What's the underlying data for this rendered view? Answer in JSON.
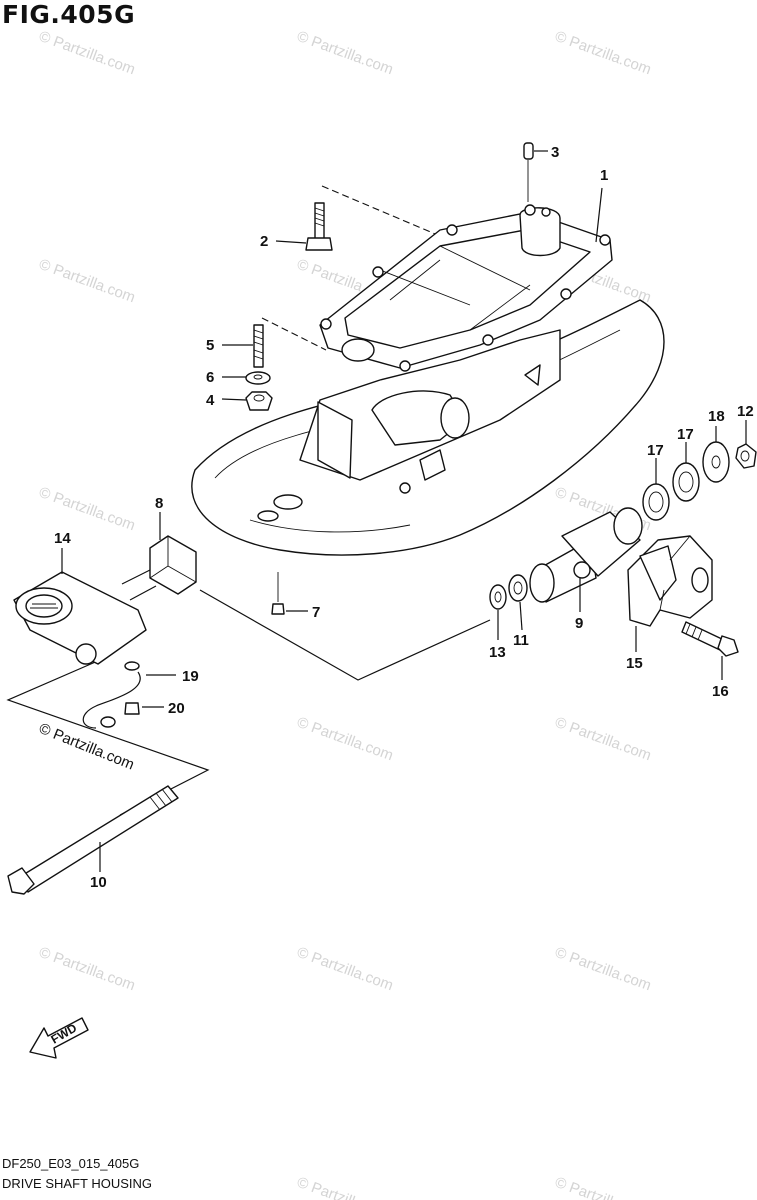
{
  "figure": {
    "title": "FIG.405G",
    "code": "DF250_E03_015_405G",
    "caption": "DRIVE SHAFT HOUSING"
  },
  "watermark": "© Partzilla.com",
  "copyright": "© Partzilla.com",
  "fwd_label": "FWD",
  "callouts": {
    "c1": "1",
    "c2": "2",
    "c3": "3",
    "c4": "4",
    "c5": "5",
    "c6": "6",
    "c7": "7",
    "c8": "8",
    "c9": "9",
    "c10": "10",
    "c11": "11",
    "c12": "12",
    "c13": "13",
    "c14": "14",
    "c15": "15",
    "c16": "16",
    "c17a": "17",
    "c17b": "17",
    "c18": "18",
    "c19": "19",
    "c20": "20"
  }
}
